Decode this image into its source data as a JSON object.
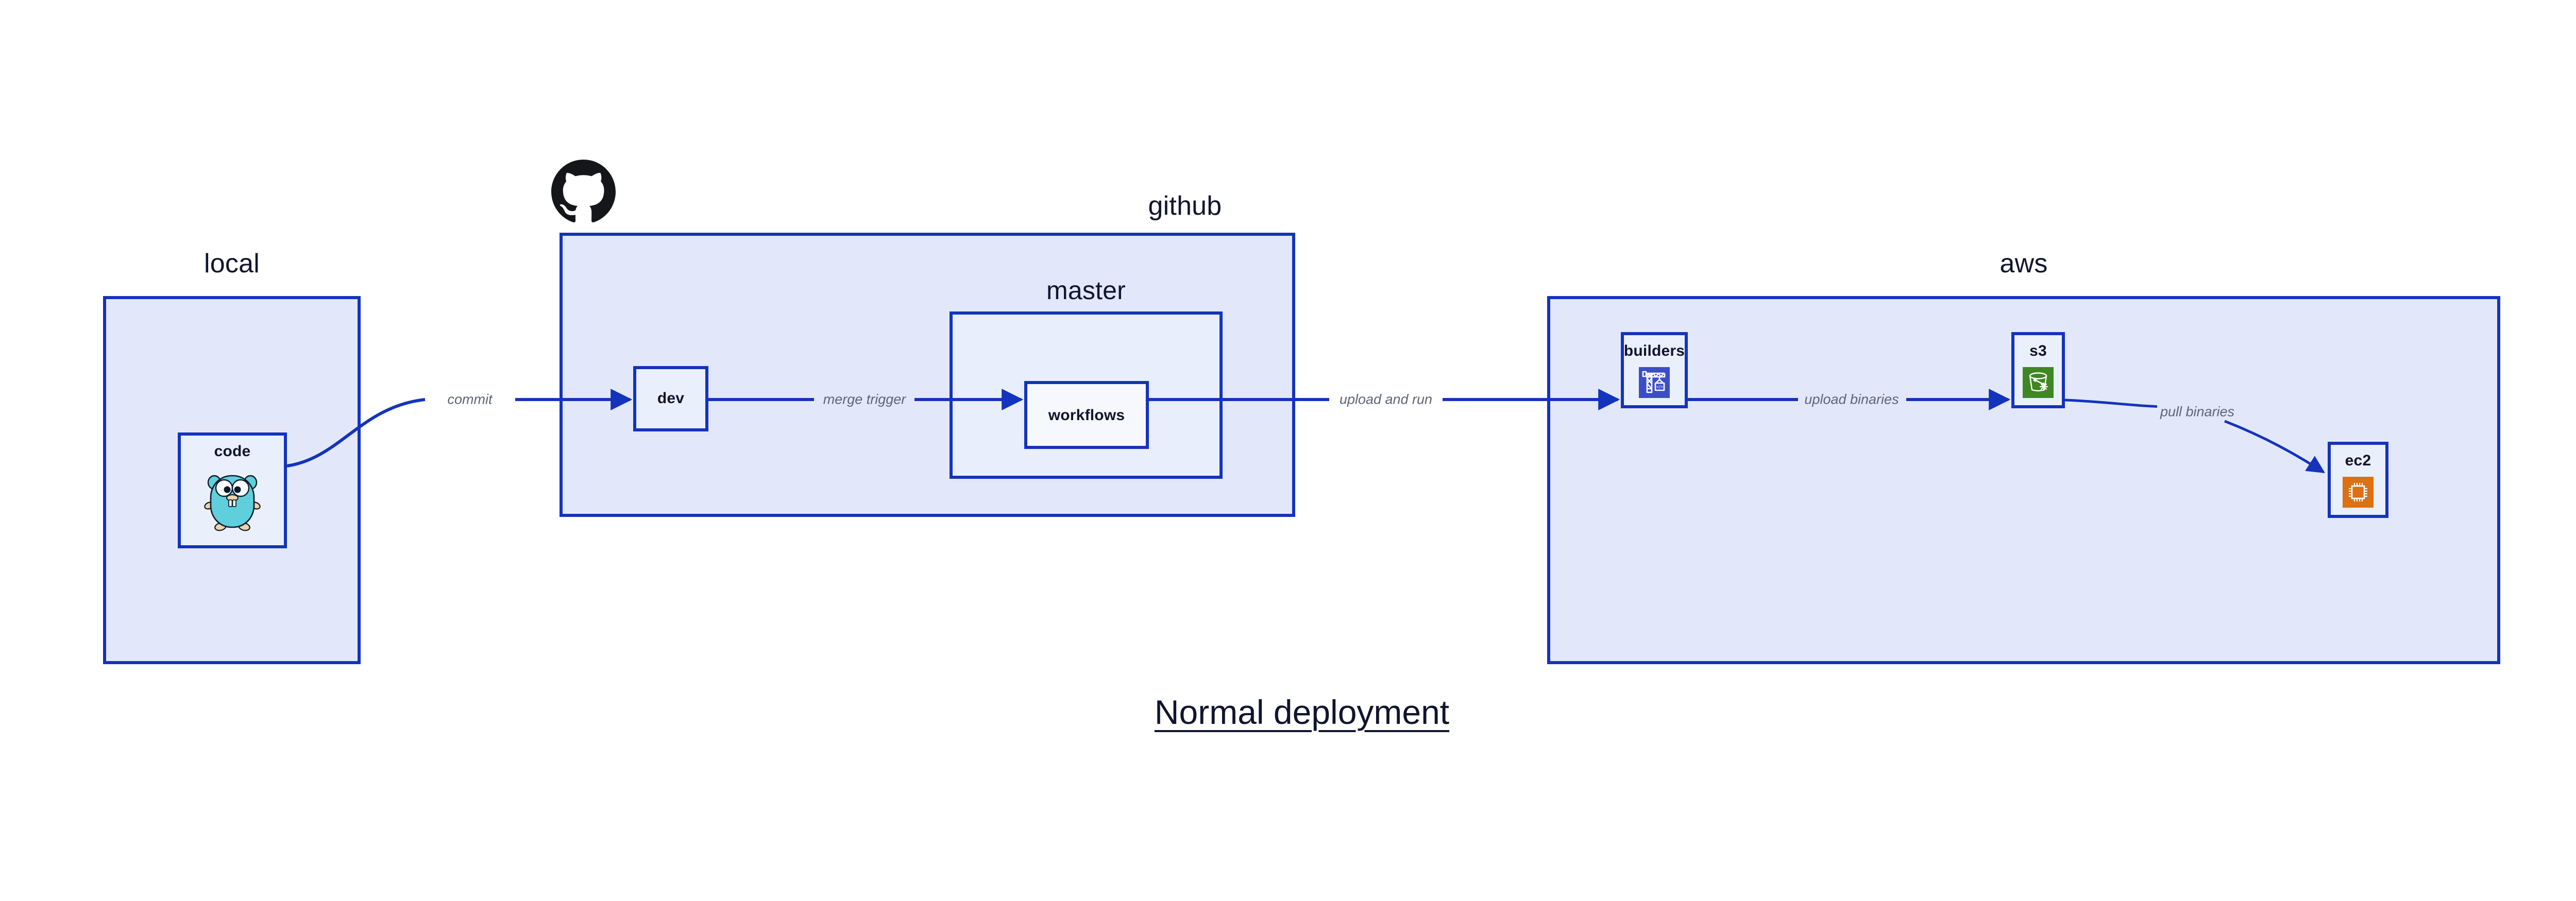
{
  "diagram": {
    "title": "Normal deployment",
    "background": "#ffffff",
    "accent_border": "#1433bc",
    "group_fill": "#e2e8fa",
    "node_fill": "#eaeffc",
    "label_color": "#10152e",
    "edge_label_color": "#5e6472"
  },
  "groups": [
    {
      "id": "local",
      "label": "local"
    },
    {
      "id": "github",
      "label": "github"
    },
    {
      "id": "master",
      "label": "master"
    },
    {
      "id": "aws",
      "label": "aws"
    }
  ],
  "nodes": [
    {
      "id": "code",
      "label": "code",
      "icon": "go-gopher-icon",
      "group": "local"
    },
    {
      "id": "dev",
      "label": "dev",
      "icon": null,
      "group": "github"
    },
    {
      "id": "workflows",
      "label": "workflows",
      "icon": null,
      "group": "master"
    },
    {
      "id": "builders",
      "label": "builders",
      "icon": "aws-builders-crane-icon",
      "group": "aws",
      "icon_color": "#3b4ec9"
    },
    {
      "id": "s3",
      "label": "s3",
      "icon": "aws-s3-bucket-icon",
      "group": "aws",
      "icon_color": "#3f8624"
    },
    {
      "id": "ec2",
      "label": "ec2",
      "icon": "aws-ec2-chip-icon",
      "group": "aws",
      "icon_color": "#dd7012"
    }
  ],
  "edges": [
    {
      "id": "commit",
      "from": "code",
      "to": "dev",
      "label": "commit"
    },
    {
      "id": "merge-trigger",
      "from": "dev",
      "to": "workflows",
      "label": "merge trigger"
    },
    {
      "id": "upload-and-run",
      "from": "workflows",
      "to": "builders",
      "label": "upload and run"
    },
    {
      "id": "upload-binaries",
      "from": "builders",
      "to": "s3",
      "label": "upload binaries"
    },
    {
      "id": "pull-binaries",
      "from": "s3",
      "to": "ec2",
      "label": "pull binaries"
    }
  ],
  "logos": [
    {
      "id": "github-octocat",
      "name": "github-octocat-icon",
      "color": "#14161a"
    }
  ]
}
